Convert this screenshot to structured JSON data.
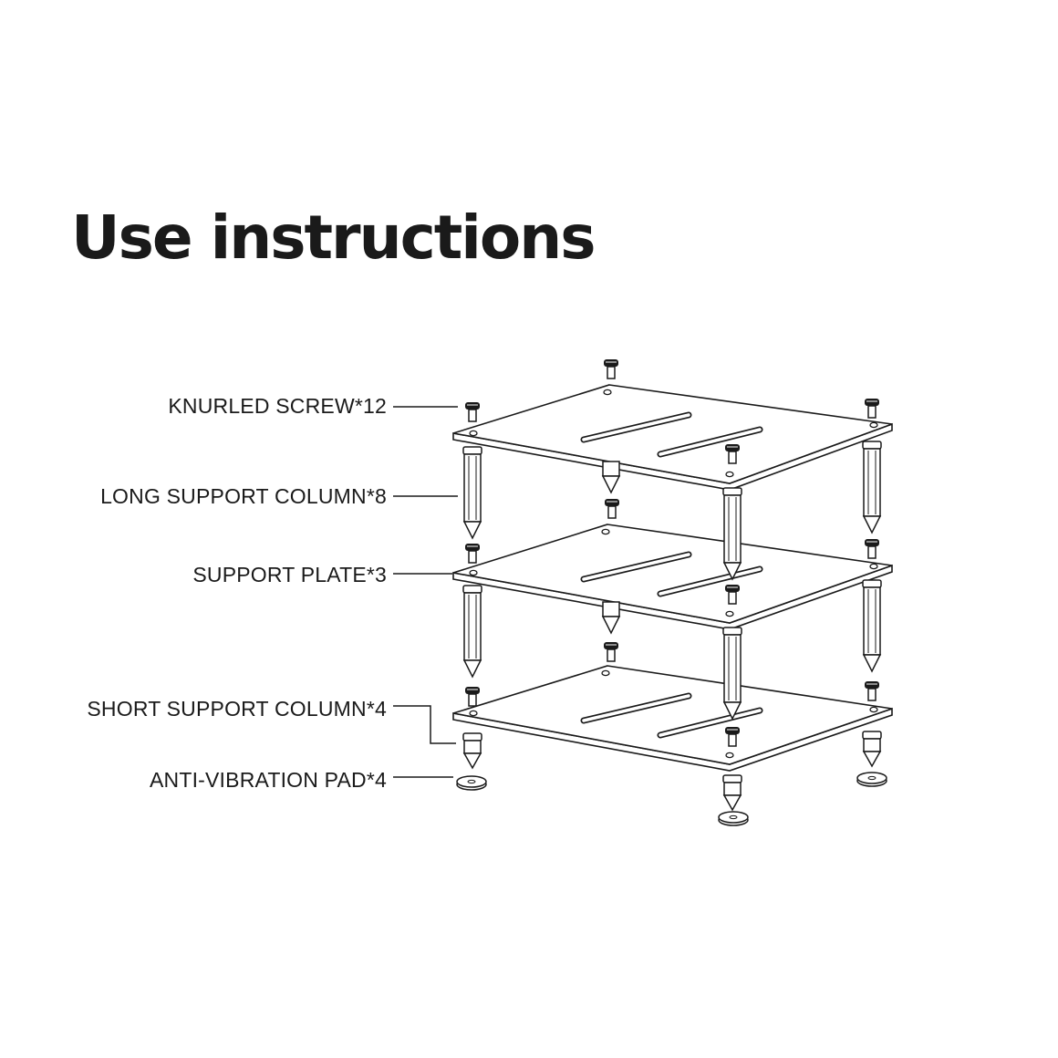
{
  "title": "Use instructions",
  "labels": {
    "knurled_screw": "KNURLED SCREW*12",
    "long_support_column": "LONG SUPPORT COLUMN*8",
    "support_plate": "SUPPORT PLATE*3",
    "short_support_column": "SHORT SUPPORT COLUMN*4",
    "anti_vibration_pad": "ANTI-VIBRATION PAD*4"
  },
  "colors": {
    "line": "#1a1a1a",
    "background": "#ffffff"
  }
}
